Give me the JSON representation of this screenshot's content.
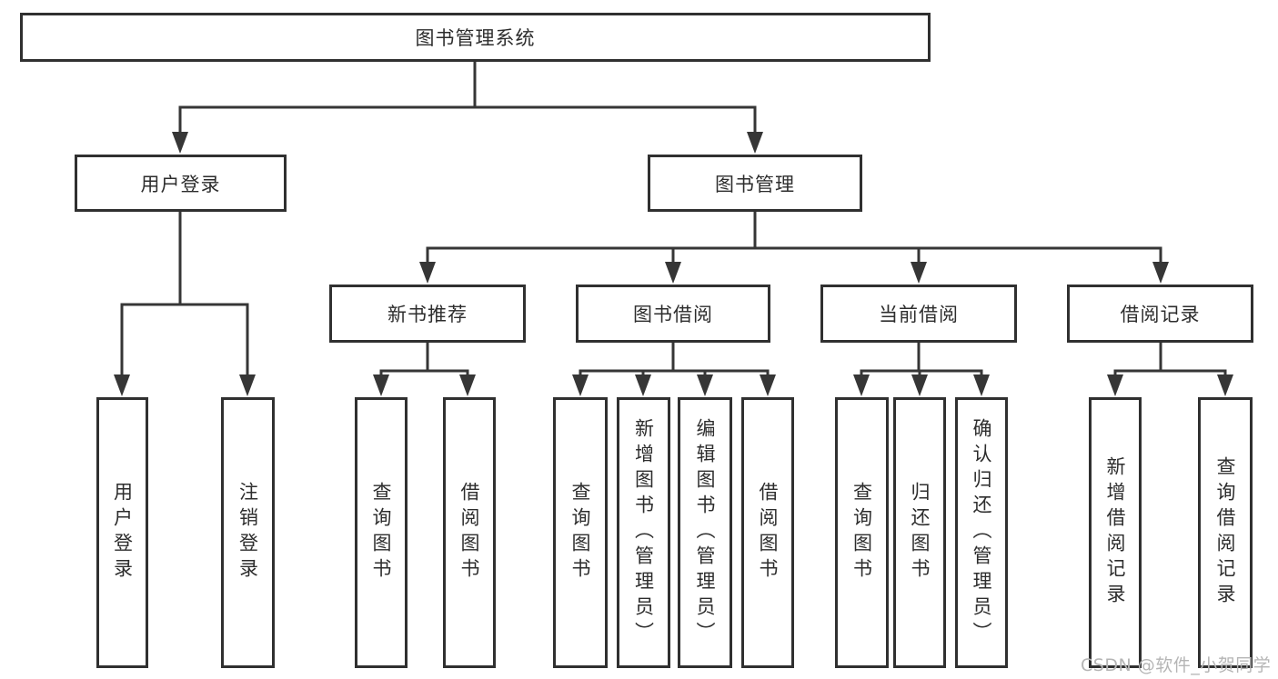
{
  "tree": {
    "root": "图书管理系统",
    "children": [
      {
        "label": "用户登录",
        "children": [
          "用户登录",
          "注销登录"
        ]
      },
      {
        "label": "图书管理",
        "children": [
          {
            "label": "新书推荐",
            "children": [
              "查询图书",
              "借阅图书"
            ]
          },
          {
            "label": "图书借阅",
            "children": [
              "查询图书",
              "新增图书（管理员）",
              "编辑图书（管理员）",
              "借阅图书"
            ]
          },
          {
            "label": "当前借阅",
            "children": [
              "查询图书",
              "归还图书",
              "确认归还（管理员）"
            ]
          },
          {
            "label": "借阅记录",
            "children": [
              "新增借阅记录",
              "查询借阅记录"
            ]
          }
        ]
      }
    ]
  },
  "watermark": "CSDN @软件_小贺同学",
  "colors": {
    "line": "#363636",
    "box_border": "#303030",
    "text": "#2d2d2d",
    "watermark": "#b5b5b5",
    "background": "#ffffff"
  }
}
